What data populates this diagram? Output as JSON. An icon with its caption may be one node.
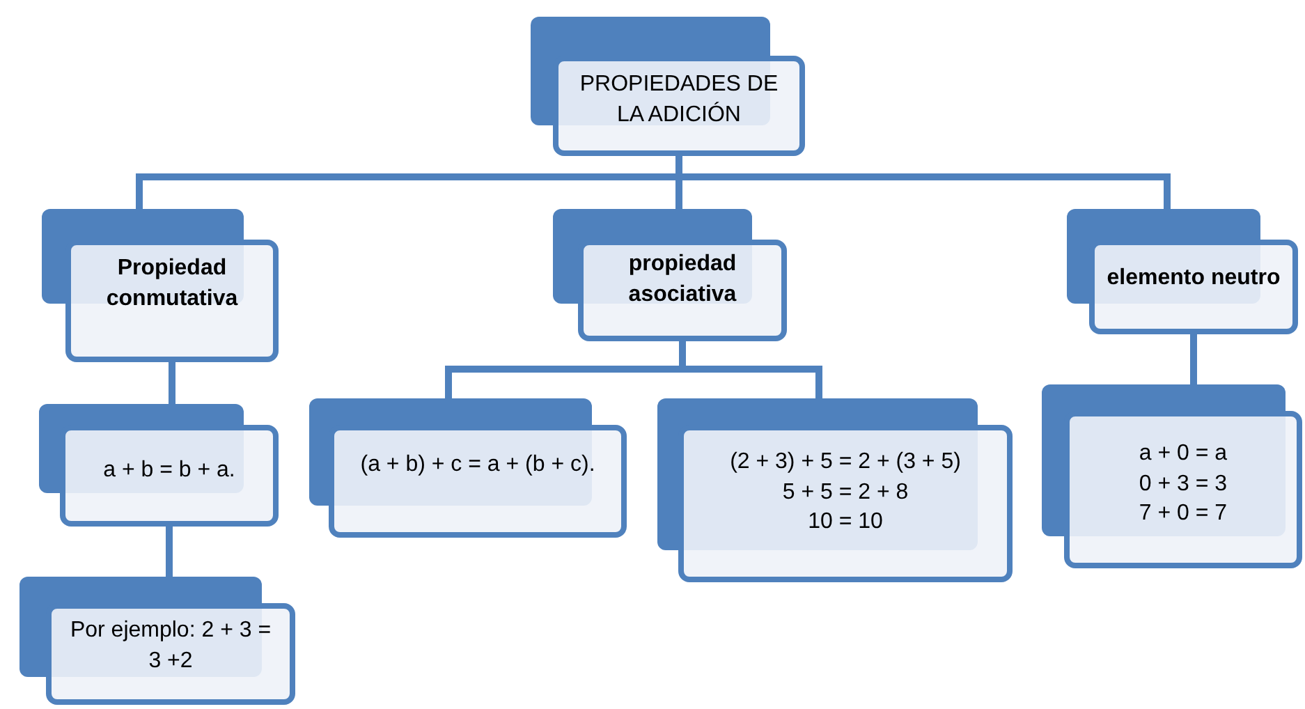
{
  "diagram": {
    "nodes": [
      {
        "text": [
          "PROPIEDADES DE LA ADICIÓN"
        ]
      },
      {
        "text": [
          "Propiedad conmutativa"
        ]
      },
      {
        "text": [
          "propiedad asociativa"
        ]
      },
      {
        "text": [
          "elemento neutro"
        ]
      },
      {
        "text": [
          "a + b = b + a."
        ]
      },
      {
        "text": [
          "(a + b) + c = a + (b + c)."
        ]
      },
      {
        "text": [
          "(2 + 3) + 5 = 2 + (3 + 5)",
          "5 + 5 = 2 + 8",
          "10 = 10"
        ]
      },
      {
        "text": [
          "a + 0 = a",
          "0 + 3 = 3",
          "7 + 0 = 7"
        ]
      },
      {
        "text": [
          "Por ejemplo: 2 + 3 = 3 +2"
        ]
      }
    ],
    "edges": [
      {
        "from": 0,
        "to": 1,
        "arrow": "none"
      },
      {
        "from": 0,
        "to": 2,
        "arrow": "none"
      },
      {
        "from": 0,
        "to": 3,
        "arrow": "none"
      },
      {
        "from": 1,
        "to": 4,
        "arrow": "none"
      },
      {
        "from": 2,
        "to": 5,
        "arrow": "none"
      },
      {
        "from": 2,
        "to": 6,
        "arrow": "none"
      },
      {
        "from": 3,
        "to": 7,
        "arrow": "none"
      },
      {
        "from": 4,
        "to": 8,
        "arrow": "none"
      }
    ]
  }
}
